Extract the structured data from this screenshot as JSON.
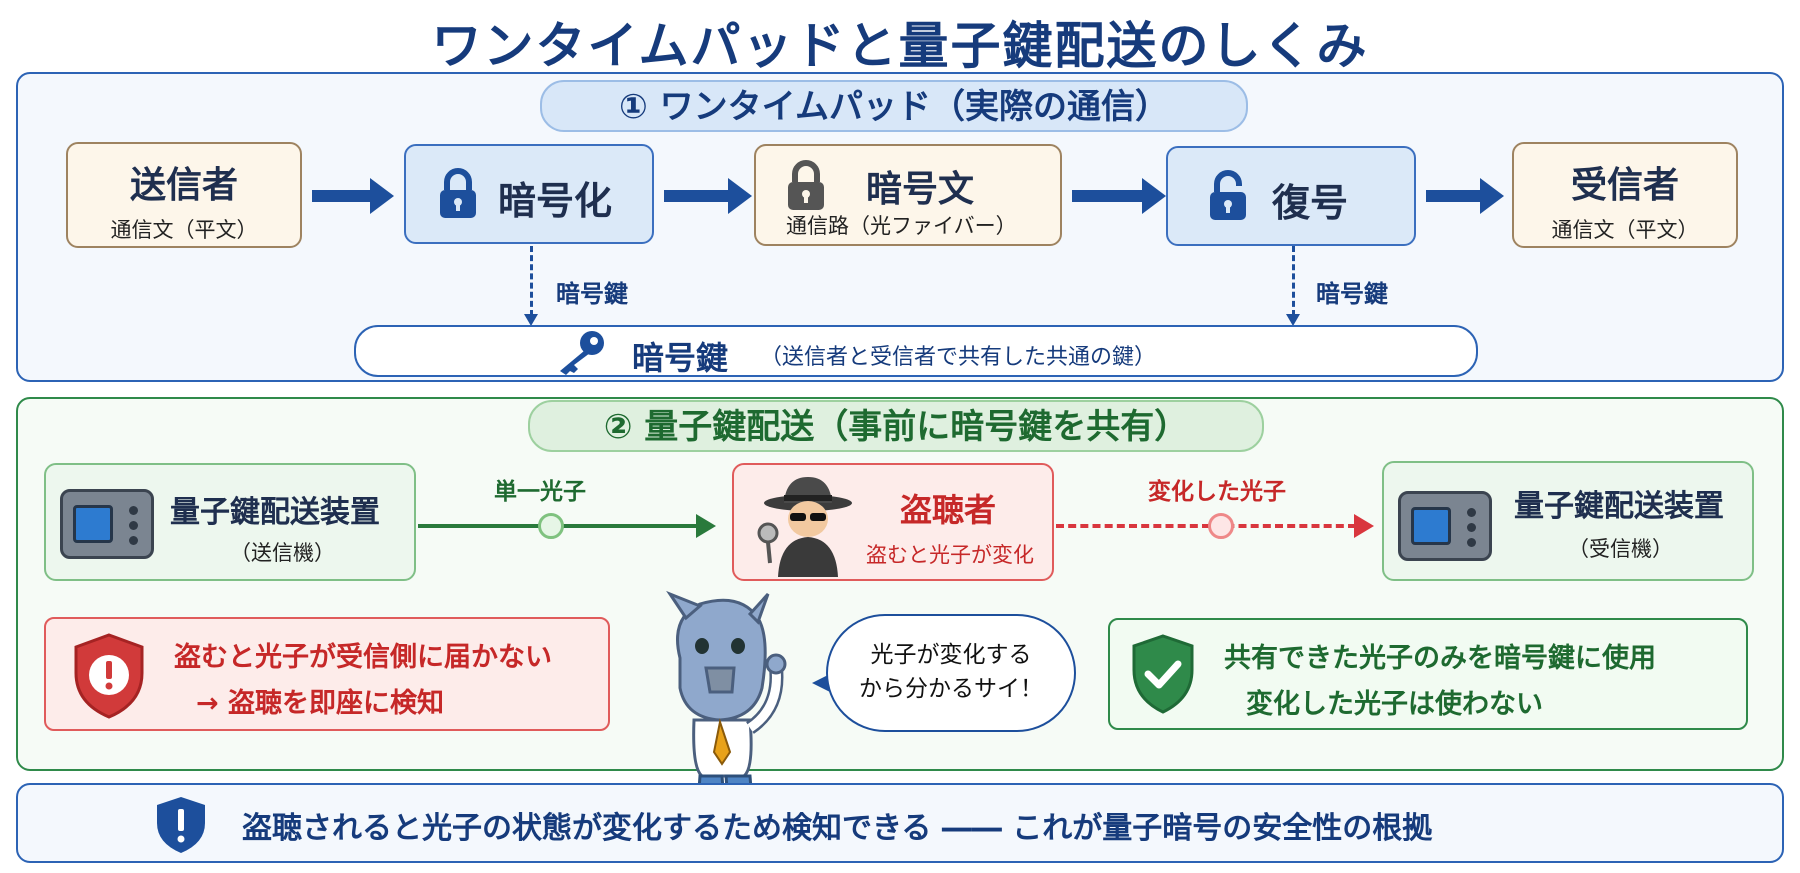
{
  "title": "ワンタイムパッドと量子鍵配送のしくみ",
  "section1": {
    "heading": "① ワンタイムパッド（実際の通信）",
    "sender": {
      "title": "送信者",
      "sub": "通信文（平文）"
    },
    "encrypt": {
      "title": "暗号化"
    },
    "ciphertext": {
      "title": "暗号文",
      "sub": "通信路（光ファイバー）"
    },
    "decrypt": {
      "title": "復号"
    },
    "receiver": {
      "title": "受信者",
      "sub": "通信文（平文）"
    },
    "key_label_left": "暗号鍵",
    "key_label_right": "暗号鍵",
    "key_bar": {
      "title": "暗号鍵",
      "desc": "（送信者と受信者で共有した共通の鍵）"
    }
  },
  "section2": {
    "heading": "② 量子鍵配送（事前に暗号鍵を共有）",
    "sender_device": {
      "title": "量子鍵配送装置",
      "sub": "（送信機）"
    },
    "single_photon": "単一光子",
    "eavesdropper": {
      "title": "盗聴者",
      "sub": "盗むと光子が変化"
    },
    "changed_photon": "変化した光子",
    "receiver_device": {
      "title": "量子鍵配送装置",
      "sub": "（受信機）"
    },
    "warning": {
      "line1": "盗むと光子が受信側に届かない",
      "line2": "→ 盗聴を即座に検知"
    },
    "bubble": {
      "line1": "光子が変化する",
      "line2": "から分かるサイ！"
    },
    "ok": {
      "line1": "共有できた光子のみを暗号鍵に使用",
      "line2": "変化した光子は使わない"
    }
  },
  "footer": "盗聴されると光子の状態が変化するため検知できる ―― これが量子暗号の安全性の根拠",
  "colors": {
    "navy": "#163b7c",
    "green": "#1e6a30",
    "red": "#c62828"
  }
}
